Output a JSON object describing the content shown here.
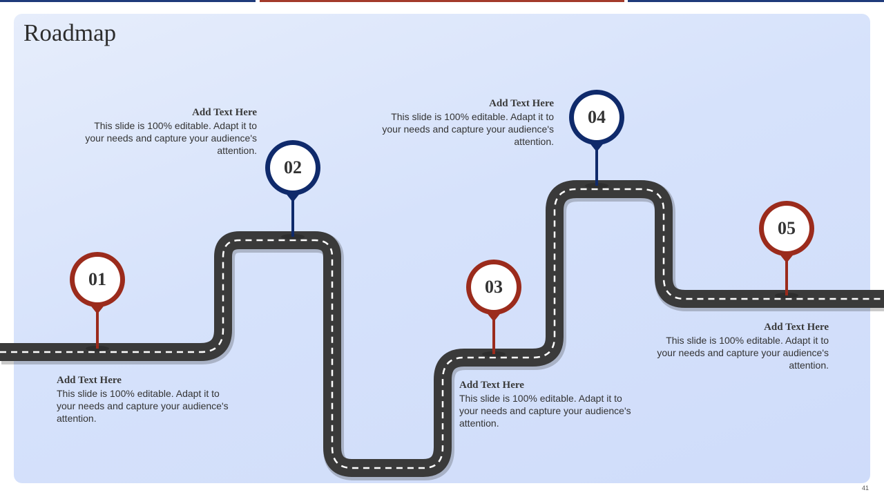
{
  "slide": {
    "title": "Roadmap",
    "page_number": "41"
  },
  "colors": {
    "red": "#9b2b1c",
    "navy": "#0f2a6b",
    "road": "#3a3a3a"
  },
  "milestones": [
    {
      "number": "01",
      "color": "red",
      "heading": "Add Text Here",
      "body": "This slide is 100% editable. Adapt it to your needs and capture your audience's attention."
    },
    {
      "number": "02",
      "color": "navy",
      "heading": "Add Text Here",
      "body": "This slide is 100% editable. Adapt it to your needs and capture your audience's attention."
    },
    {
      "number": "03",
      "color": "red",
      "heading": "Add Text Here",
      "body": "This slide is 100% editable. Adapt it to your needs and capture your audience's attention."
    },
    {
      "number": "04",
      "color": "navy",
      "heading": "Add Text Here",
      "body": "This slide is 100% editable. Adapt it to your needs and capture your audience's attention."
    },
    {
      "number": "05",
      "color": "red",
      "heading": "Add Text Here",
      "body": "This slide is 100% editable. Adapt it to your needs and capture your audience's attention."
    }
  ]
}
